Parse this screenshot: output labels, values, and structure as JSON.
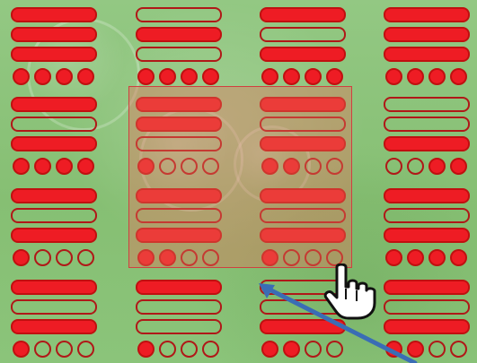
{
  "board": {
    "cards": [
      {
        "bars": [
          1,
          1,
          1
        ],
        "dots": [
          1,
          1,
          1,
          1
        ]
      },
      {
        "bars": [
          0,
          1,
          0
        ],
        "dots": [
          1,
          1,
          1,
          1
        ]
      },
      {
        "bars": [
          1,
          0,
          1
        ],
        "dots": [
          1,
          1,
          1,
          1
        ]
      },
      {
        "bars": [
          1,
          1,
          1
        ],
        "dots": [
          1,
          1,
          1,
          1
        ]
      },
      {
        "bars": [
          1,
          0,
          1
        ],
        "dots": [
          1,
          1,
          1,
          1
        ]
      },
      {
        "bars": [
          1,
          1,
          0
        ],
        "dots": [
          1,
          0,
          0,
          0
        ]
      },
      {
        "bars": [
          1,
          0,
          1
        ],
        "dots": [
          1,
          1,
          0,
          0
        ]
      },
      {
        "bars": [
          0,
          0,
          1
        ],
        "dots": [
          0,
          0,
          1,
          1
        ]
      },
      {
        "bars": [
          1,
          0,
          1
        ],
        "dots": [
          1,
          0,
          0,
          0
        ]
      },
      {
        "bars": [
          1,
          0,
          1
        ],
        "dots": [
          1,
          1,
          0,
          0
        ]
      },
      {
        "bars": [
          1,
          0,
          1
        ],
        "dots": [
          1,
          0,
          0,
          0
        ]
      },
      {
        "bars": [
          1,
          0,
          1
        ],
        "dots": [
          1,
          1,
          1,
          1
        ]
      },
      {
        "bars": [
          1,
          0,
          1
        ],
        "dots": [
          1,
          0,
          0,
          0
        ]
      },
      {
        "bars": [
          1,
          0,
          0
        ],
        "dots": [
          1,
          0,
          0,
          0
        ]
      },
      {
        "bars": [
          0,
          0,
          1
        ],
        "dots": [
          1,
          1,
          0,
          0
        ]
      },
      {
        "bars": [
          1,
          0,
          1
        ],
        "dots": [
          1,
          1,
          0,
          0
        ]
      }
    ]
  },
  "cursor": {
    "icon": "hand-pointer-icon"
  },
  "annotation": {
    "icon": "blue-arrow-icon",
    "color": "#3a6db5"
  },
  "colors": {
    "filled": "#ee1c24",
    "outline": "#b01818",
    "selection": "#e06e5a"
  }
}
